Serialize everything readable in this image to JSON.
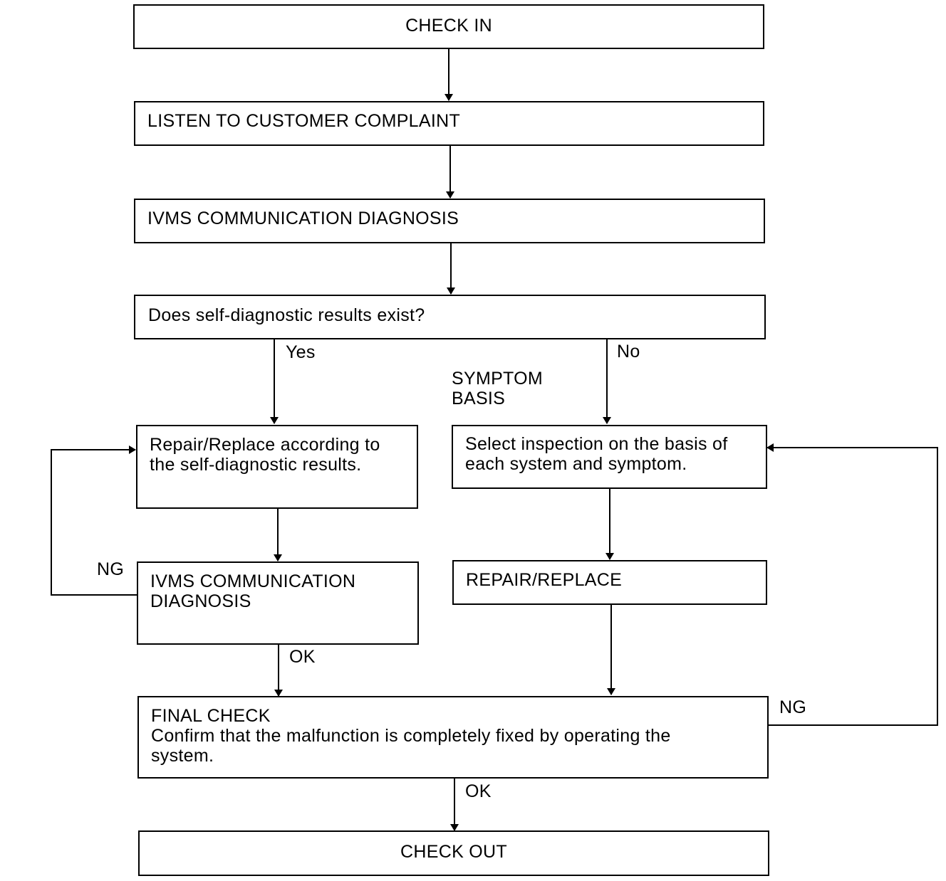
{
  "steps": {
    "check_in": "CHECK IN",
    "listen": "LISTEN TO CUSTOMER COMPLAINT",
    "ivms_diag": "IVMS COMMUNICATION DIAGNOSIS",
    "question": "Does self-diagnostic results exist?",
    "repair_self": {
      "line1": "Repair/Replace according to",
      "line2": "the self-diagnostic results."
    },
    "select_inspection": {
      "line1": "Select inspection on the basis of",
      "line2": "each system and symptom."
    },
    "ivms_diag_2": {
      "line1": "IVMS COMMUNICATION",
      "line2": "DIAGNOSIS"
    },
    "repair_replace": "REPAIR/REPLACE",
    "final_check": {
      "line1": "FINAL CHECK",
      "line2": "Confirm that the malfunction is completely fixed by operating the",
      "line3": "system."
    },
    "check_out": "CHECK OUT"
  },
  "labels": {
    "yes": "Yes",
    "no": "No",
    "symptom_line1": "SYMPTOM",
    "symptom_line2": "BASIS",
    "ng_left": "NG",
    "ok_mid": "OK",
    "ng_right": "NG",
    "ok_bottom": "OK"
  }
}
